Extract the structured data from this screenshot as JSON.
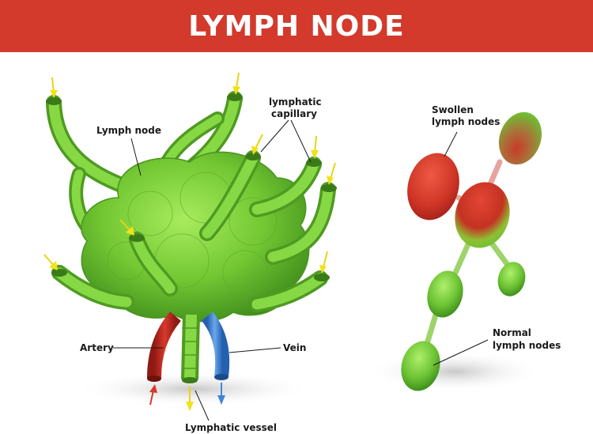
{
  "header": {
    "title": "LYMPH NODE"
  },
  "labels": {
    "lymph_node": "Lymph node",
    "lymphatic_capillary_1": "lymphatic",
    "lymphatic_capillary_2": "capillary",
    "swollen_1": "Swollen",
    "swollen_2": "lymph nodes",
    "artery": "Artery",
    "vein": "Vein",
    "normal_1": "Normal",
    "normal_2": "lymph nodes",
    "lymphatic_vessel": "Lymphatic vessel"
  },
  "colors": {
    "banner": "#d33a2b",
    "node_green": "#7ed43a",
    "node_dark": "#4f9a22",
    "swollen_red": "#cf3526",
    "artery_red": "#c8281e",
    "vein_blue": "#3f86d8",
    "arrow_yellow": "#f2e21a",
    "connector_pink": "#e7a3a0"
  },
  "icons": {
    "inflow_arrow": "yellow-arrow-down",
    "outflow_arrow_vein": "blue-arrow-down",
    "inflow_arrow_artery": "red-arrow-up"
  }
}
